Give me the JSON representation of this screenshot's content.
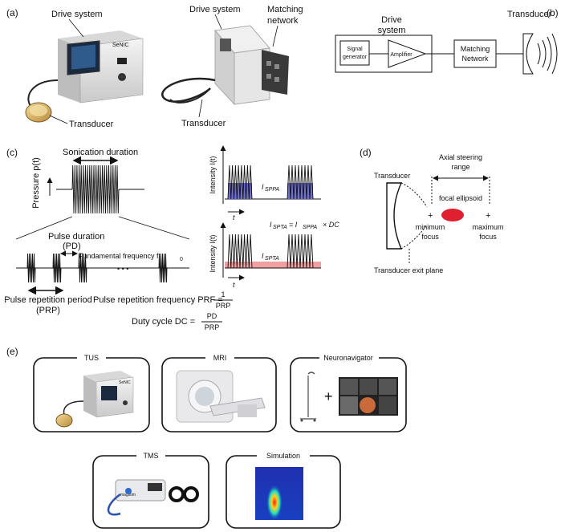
{
  "panel_labels": {
    "a": "(a)",
    "b": "(b)",
    "c": "(c)",
    "d": "(d)",
    "e": "(e)"
  },
  "a": {
    "drive_system_1": "Drive system",
    "transducer_1": "Transducer",
    "drive_system_2": "Drive system",
    "matching_network": [
      "Matching",
      "network"
    ],
    "transducer_2": "Transducer",
    "device_brand": "SeNIC"
  },
  "b": {
    "drive_system": [
      "Drive",
      "system"
    ],
    "signal_generator": [
      "Signal",
      "generator"
    ],
    "amplifier": "Amplifier",
    "matching_network": [
      "Matching",
      "Network"
    ],
    "transducer": "Transducer"
  },
  "c": {
    "sonication_duration": "Sonication duration",
    "pressure_axis": "Pressure p(t)",
    "pulse_duration": [
      "Pulse duration",
      "(PD)"
    ],
    "fundamental_frequency": "Fundamental frequency f",
    "fundamental_subscript": "0",
    "ellipsis": "• • •",
    "prp": [
      "Pulse repetition period",
      "(PRP)"
    ],
    "prf_label": "Pulse repetition frequency PRF =",
    "prf_num": "1",
    "prf_den": "PRP",
    "dc_label": "Duty cycle DC =",
    "dc_num": "PD",
    "dc_den": "PRP",
    "intensity_axis": "Intensity I(t)",
    "t_label": "t",
    "isppa": "I",
    "isppa_sub": "SPPA",
    "ispta": "I",
    "ispta_sub": "SPTA",
    "formula_lhs": "I",
    "formula_lhs_sub": "SPTA",
    "formula_eq": "= I",
    "formula_rhs_sub": "SPPA",
    "formula_tail": "× DC"
  },
  "d": {
    "transducer": "Transducer",
    "axial_steering": [
      "Axial steering",
      "range"
    ],
    "focal_ellipsoid": "focal ellipsoid",
    "minimum_focus": [
      "minimum",
      "focus"
    ],
    "maximum_focus": [
      "maximum",
      "focus"
    ],
    "exit_plane": "Transducer exit plane",
    "plus": "+"
  },
  "e": {
    "tus": "TUS",
    "mri": "MRI",
    "neuronavigator": "Neuronavigator",
    "tms": "TMS",
    "simulation": "Simulation",
    "plus": "+",
    "device_brand": "SeNIC",
    "tms_brand": "magstim"
  },
  "colors": {
    "burst": "#4a4aa8",
    "sppa_fill": "#6f6fd0",
    "spta_fill": "#f0a0a0",
    "focal": "#e02030",
    "device_body": "#e8e8e8",
    "transducer_gold": "#d8b060"
  }
}
